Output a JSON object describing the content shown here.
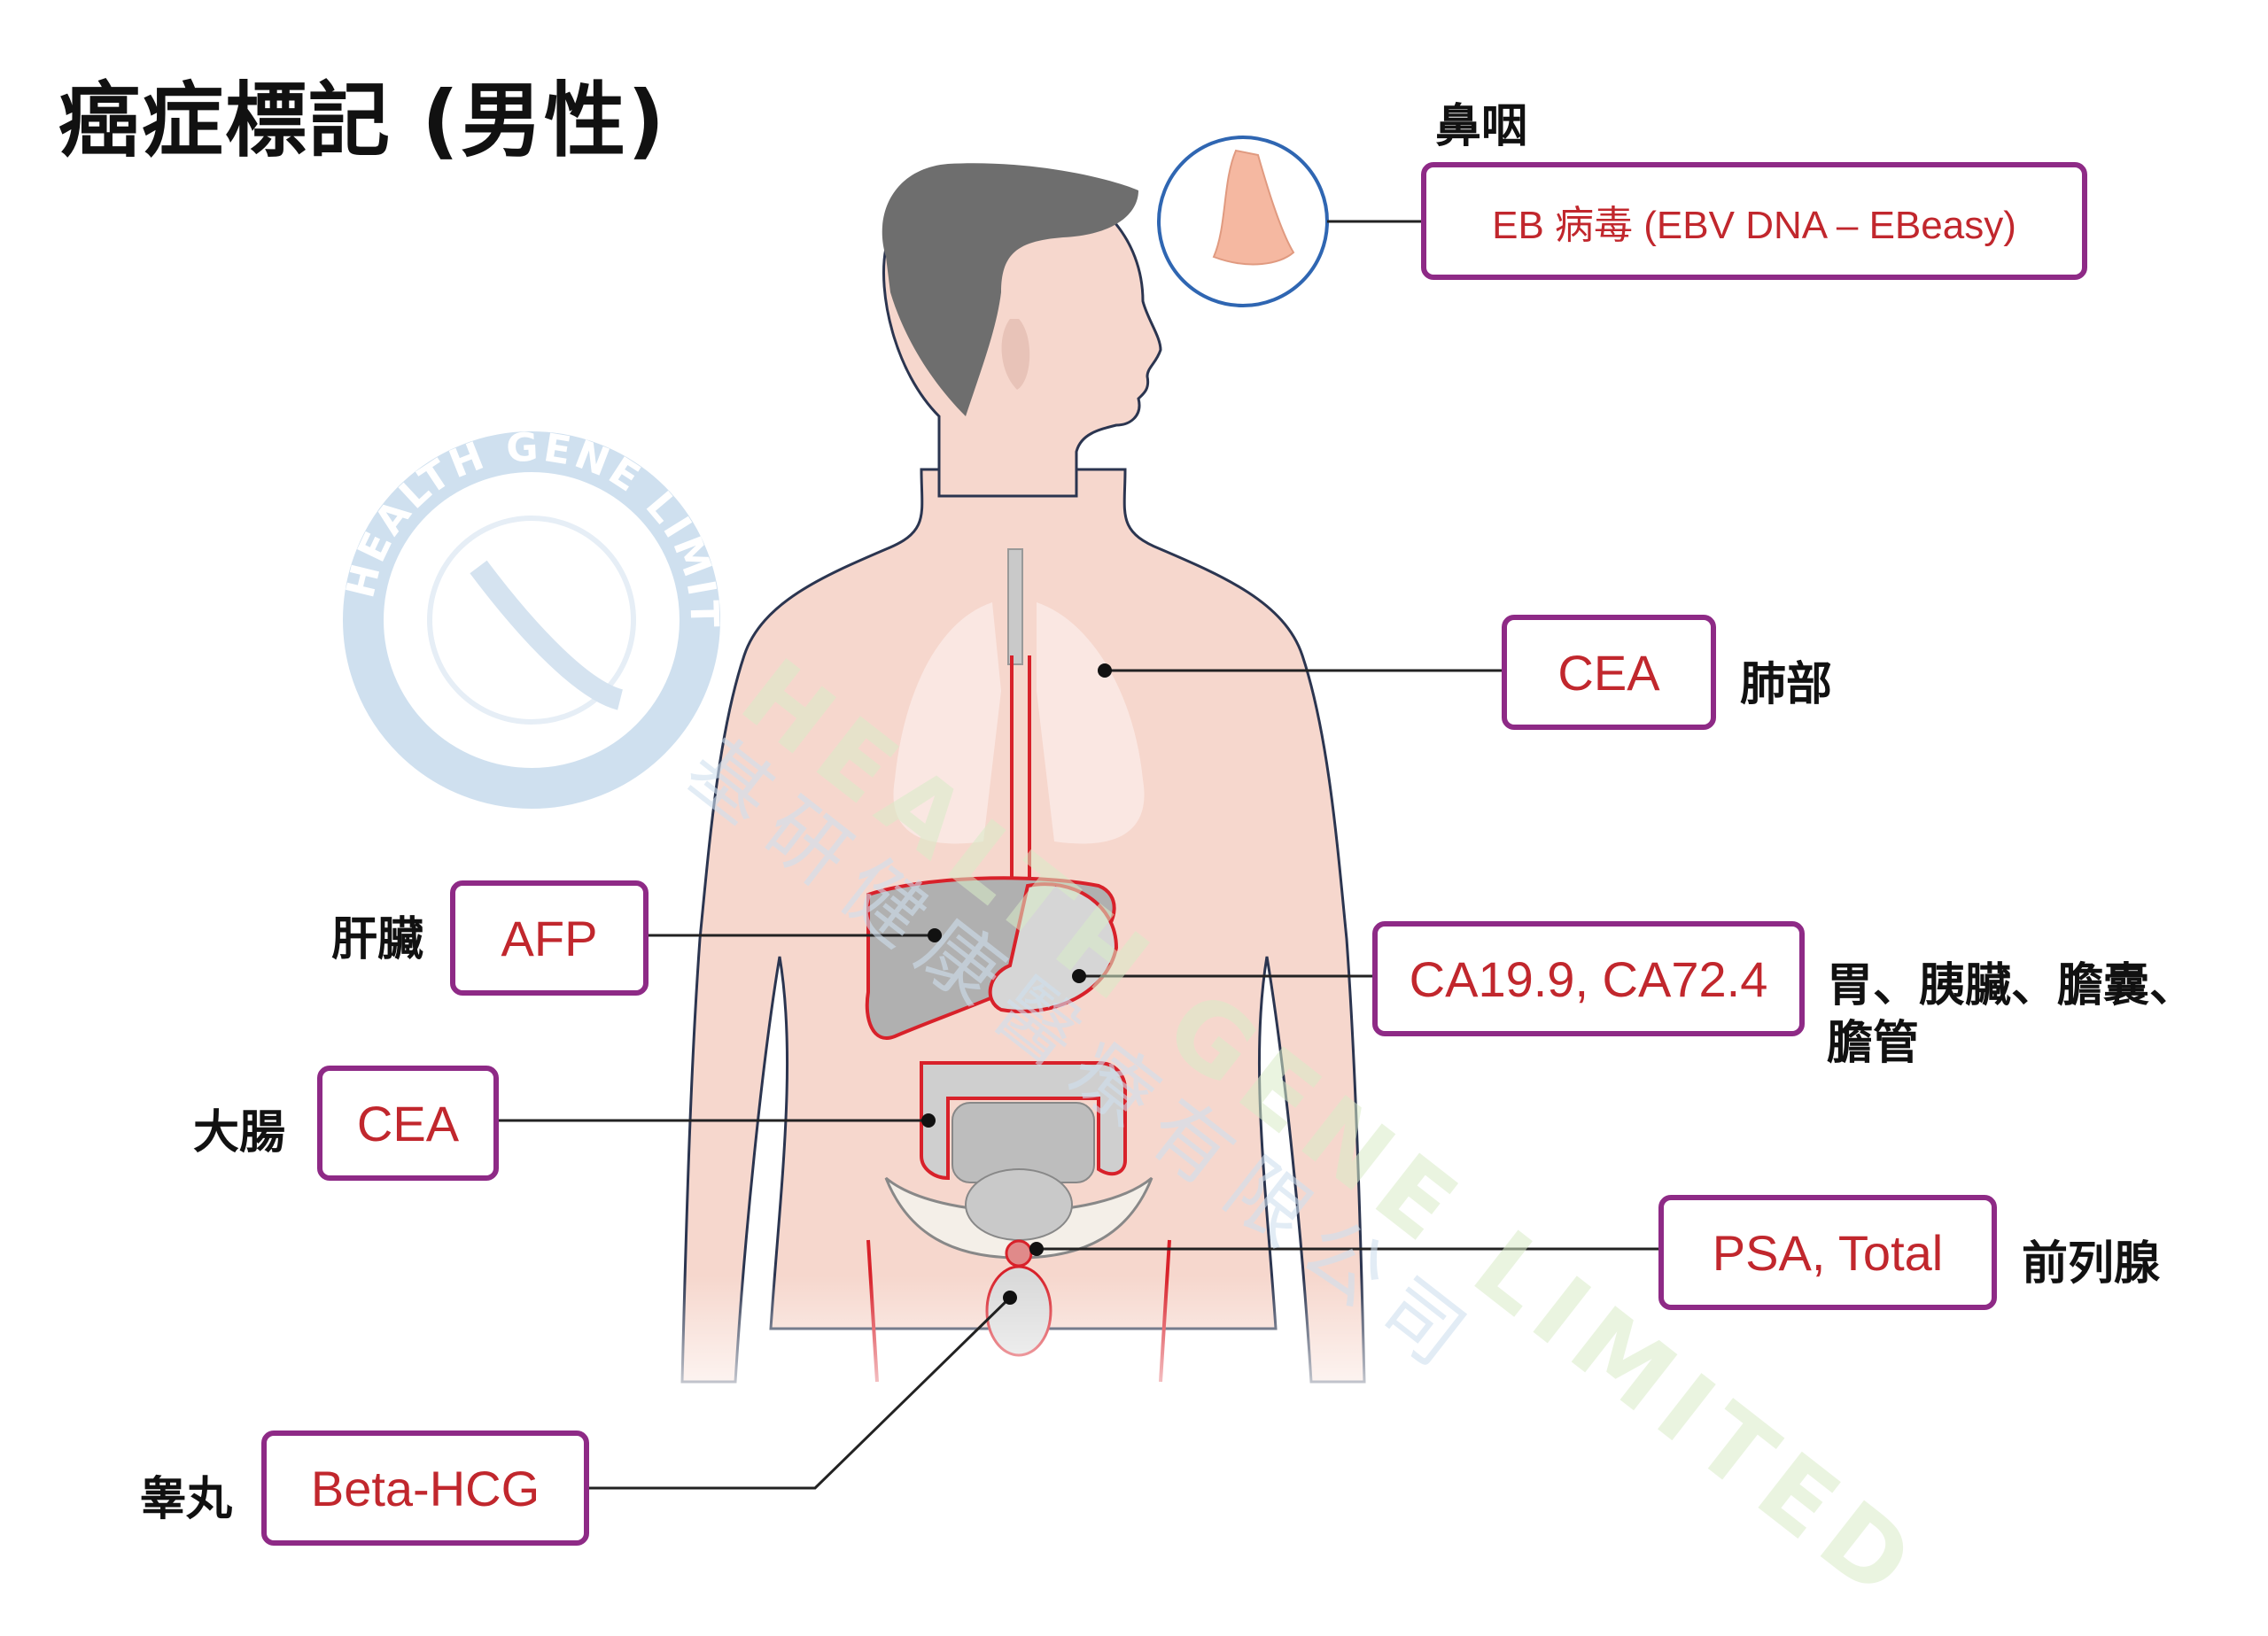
{
  "title": "癌症標記 (男性)",
  "colors": {
    "box_border": "#8e2a86",
    "marker_text": "#c1272d",
    "skin": "#f6d7cd",
    "hair": "#6e6e6e",
    "organ_outline": "#d8212a"
  },
  "markers": {
    "nasopharynx": {
      "organ": "鼻咽",
      "marker": "EB 病毒 (EBV DNA – EBeasy)"
    },
    "lung": {
      "organ": "肺部",
      "marker": "CEA"
    },
    "liver": {
      "organ": "肝臟",
      "marker": "AFP"
    },
    "stomach": {
      "organ_line1": "胃、胰臟、膽囊、",
      "organ_line2": "膽管",
      "marker": "CA19.9, CA72.4"
    },
    "colon": {
      "organ": "大腸",
      "marker": "CEA"
    },
    "prostate": {
      "organ": "前列腺",
      "marker": "PSA, Total"
    },
    "testis": {
      "organ": "睾丸",
      "marker": "Beta-HCG"
    }
  },
  "watermark": {
    "english": "HEALTH GENE LIMITED",
    "chinese": "基研健康醫療有限公司"
  }
}
